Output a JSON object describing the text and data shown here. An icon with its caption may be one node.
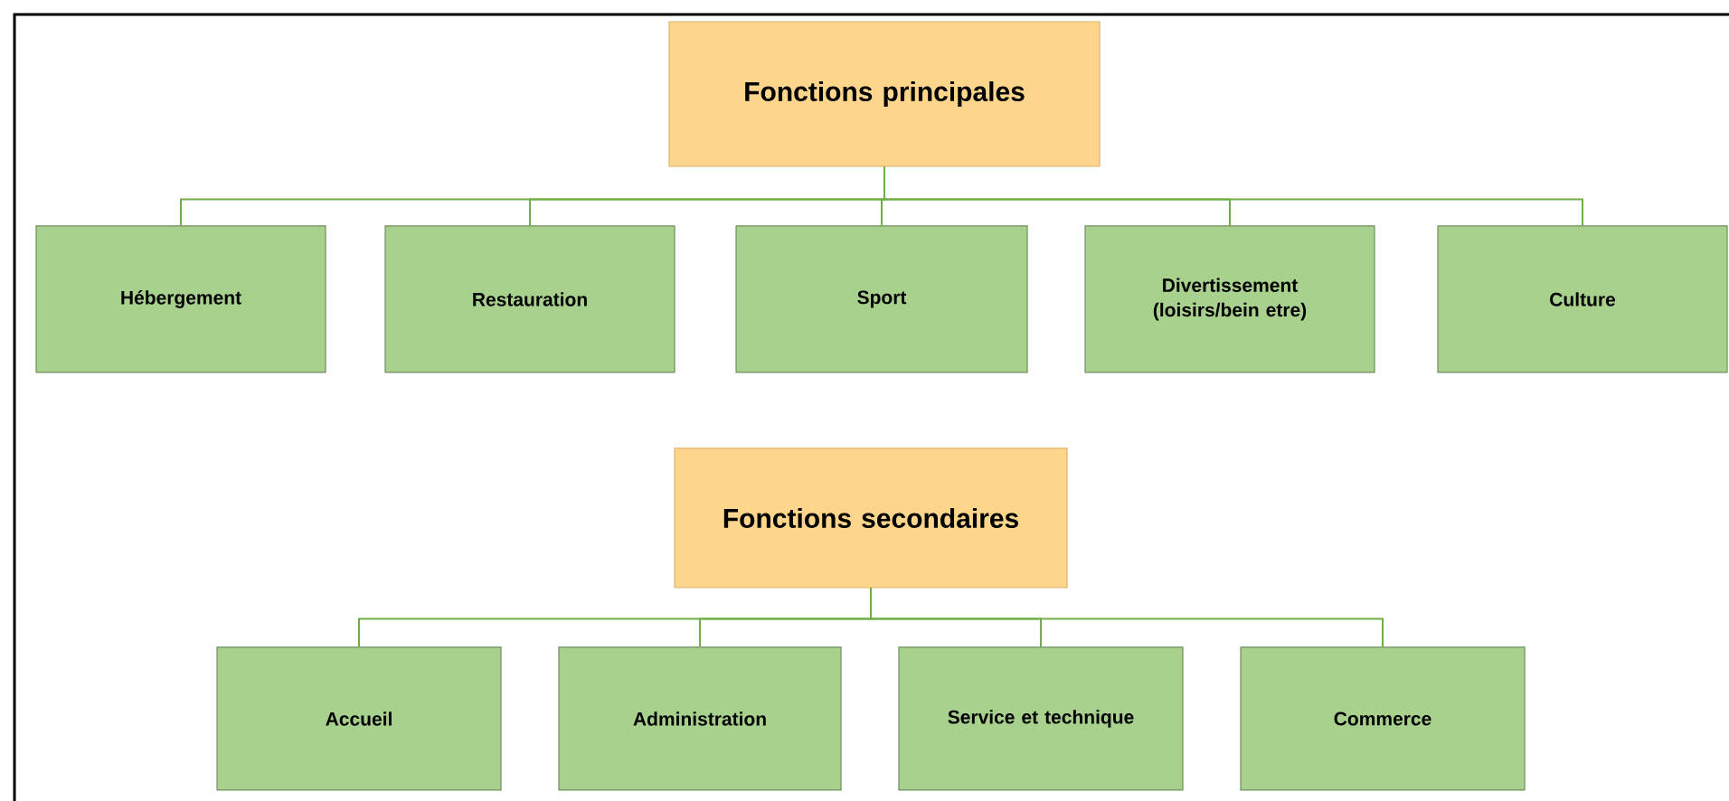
{
  "diagram": {
    "nodes": [
      {
        "text": [
          "Fonctions principales"
        ]
      },
      {
        "text": [
          "Hébergement"
        ]
      },
      {
        "text": [
          "Restauration"
        ]
      },
      {
        "text": [
          "Sport"
        ]
      },
      {
        "text": [
          "Divertissement (loisirs/bein etre)"
        ]
      },
      {
        "text": [
          "Culture"
        ]
      },
      {
        "text": [
          "Fonctions secondaires"
        ]
      },
      {
        "text": [
          "Accueil"
        ]
      },
      {
        "text": [
          "Administration"
        ]
      },
      {
        "text": [
          "Service et technique"
        ]
      },
      {
        "text": [
          "Commerce"
        ]
      }
    ],
    "edges": [
      {
        "from": 0,
        "to": 1,
        "arrow": "none"
      },
      {
        "from": 0,
        "to": 2,
        "arrow": "none"
      },
      {
        "from": 0,
        "to": 3,
        "arrow": "none"
      },
      {
        "from": 0,
        "to": 4,
        "arrow": "none"
      },
      {
        "from": 0,
        "to": 5,
        "arrow": "none"
      },
      {
        "from": 6,
        "to": 7,
        "arrow": "none"
      },
      {
        "from": 6,
        "to": 8,
        "arrow": "none"
      },
      {
        "from": 6,
        "to": 9,
        "arrow": "none"
      },
      {
        "from": 6,
        "to": 10,
        "arrow": "none"
      }
    ]
  }
}
